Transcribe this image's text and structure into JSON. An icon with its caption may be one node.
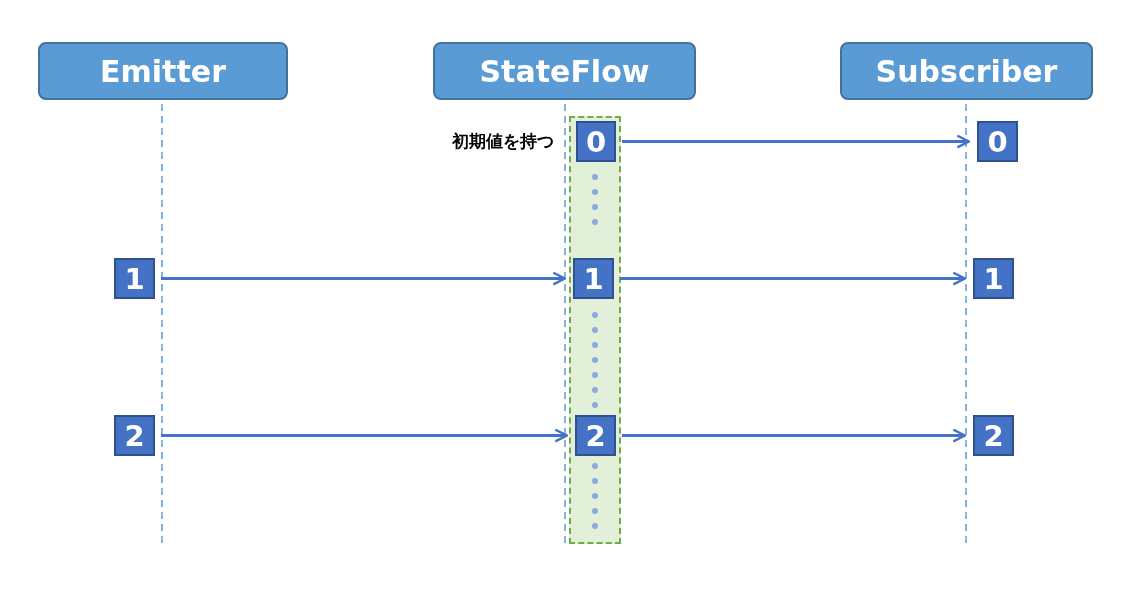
{
  "diagram": {
    "nodes": [
      {
        "text": [
          "Emitter"
        ]
      },
      {
        "text": [
          "StateFlow"
        ]
      },
      {
        "text": [
          "Subscriber"
        ]
      },
      {
        "text": [],
        "shape": "bar"
      },
      {
        "text": [
          "0"
        ],
        "in": 3,
        "beside": [
          "初期値を持つ"
        ]
      },
      {
        "text": [
          "1"
        ],
        "in": 3
      },
      {
        "text": [
          "2"
        ],
        "in": 3
      },
      {
        "text": [
          "1"
        ]
      },
      {
        "text": [
          "2"
        ]
      },
      {
        "text": [
          "0"
        ]
      },
      {
        "text": [
          "1"
        ]
      },
      {
        "text": [
          "2"
        ]
      }
    ],
    "edges": [
      {
        "from": 4,
        "to": 9,
        "arrow": "to"
      },
      {
        "from": 7,
        "to": 5,
        "arrow": "to"
      },
      {
        "from": 5,
        "to": 10,
        "arrow": "to"
      },
      {
        "from": 8,
        "to": 6,
        "arrow": "to"
      },
      {
        "from": 6,
        "to": 11,
        "arrow": "to"
      }
    ]
  }
}
